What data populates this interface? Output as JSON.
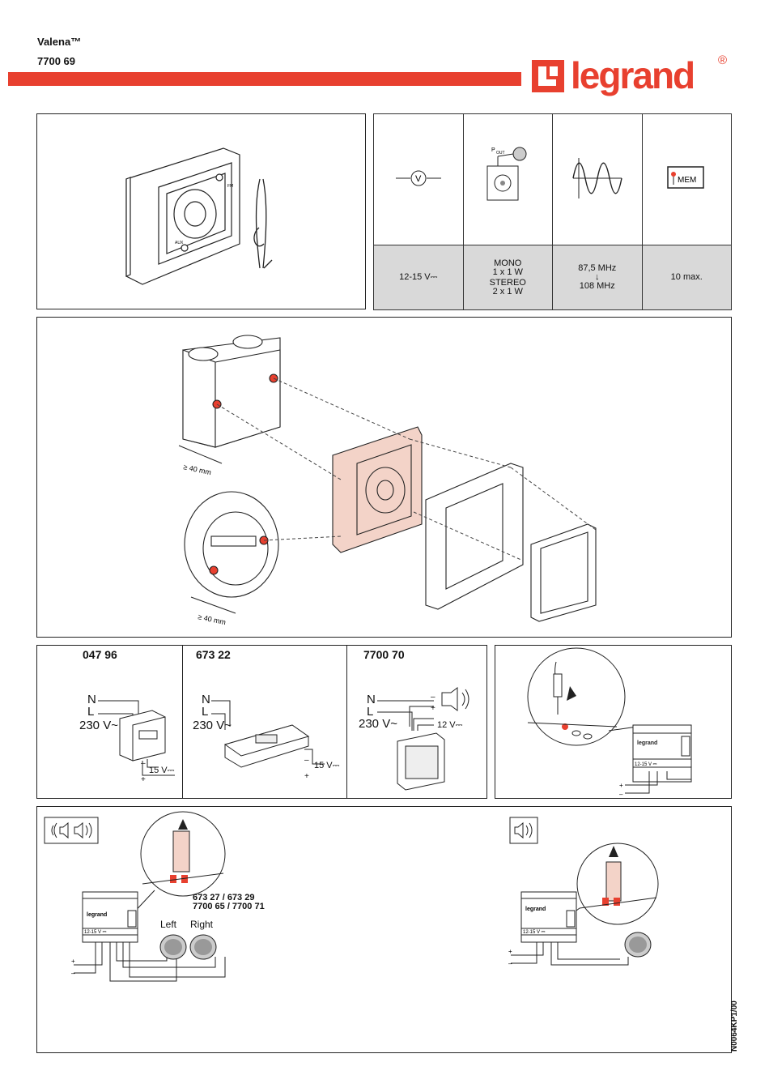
{
  "header": {
    "product_name": "Valena™",
    "product_ref": "7700 69",
    "brand": "legrand",
    "brand_mark": "®"
  },
  "colors": {
    "brand_red": "#e8402f",
    "gray_cell": "#d9d9d9",
    "highlight": "#f3d3c8"
  },
  "specs": {
    "icons": [
      "voltage-symbol",
      "output-speaker",
      "sine-wave-frequency",
      "memory-button"
    ],
    "pout_label": "P",
    "pout_sub": "OUT",
    "mem_label": "MEM",
    "voltage": "12-15 V⎓",
    "output_mono_1": "MONO",
    "output_mono_2": "1 x 1 W",
    "output_stereo_1": "STEREO",
    "output_stereo_2": "2 x 1 W",
    "freq_low": "87,5 MHz",
    "freq_arrow": "↓",
    "freq_high": "108 MHz",
    "memory": "10 max."
  },
  "install": {
    "depth_top": "≥ 40 mm",
    "depth_bottom": "≥ 40 mm"
  },
  "power": {
    "items": [
      {
        "ref": "047 96",
        "n": "N",
        "l": "L",
        "mains": "230 V~",
        "out": "15 V⎓",
        "plus": "+",
        "minus": "–"
      },
      {
        "ref": "673 22",
        "n": "N",
        "l": "L",
        "mains": "230 V~",
        "out": "15 V⎓",
        "plus": "+",
        "minus": "–"
      },
      {
        "ref": "7700 70",
        "n": "N",
        "l": "L",
        "mains": "230 V~",
        "out": "12 V⎓",
        "plus": "+",
        "minus": "–"
      }
    ]
  },
  "module": {
    "brand_small": "legrand",
    "terminal_label": "12-15 V ⎓",
    "plus": "+",
    "minus": "–"
  },
  "wiring": {
    "speaker_refs_1": "673 27 / 673 29",
    "speaker_refs_2": "7700 65 / 7700 71",
    "left": "Left",
    "right": "Right"
  },
  "footer": {
    "doc_code": "N0064KP1/00"
  }
}
